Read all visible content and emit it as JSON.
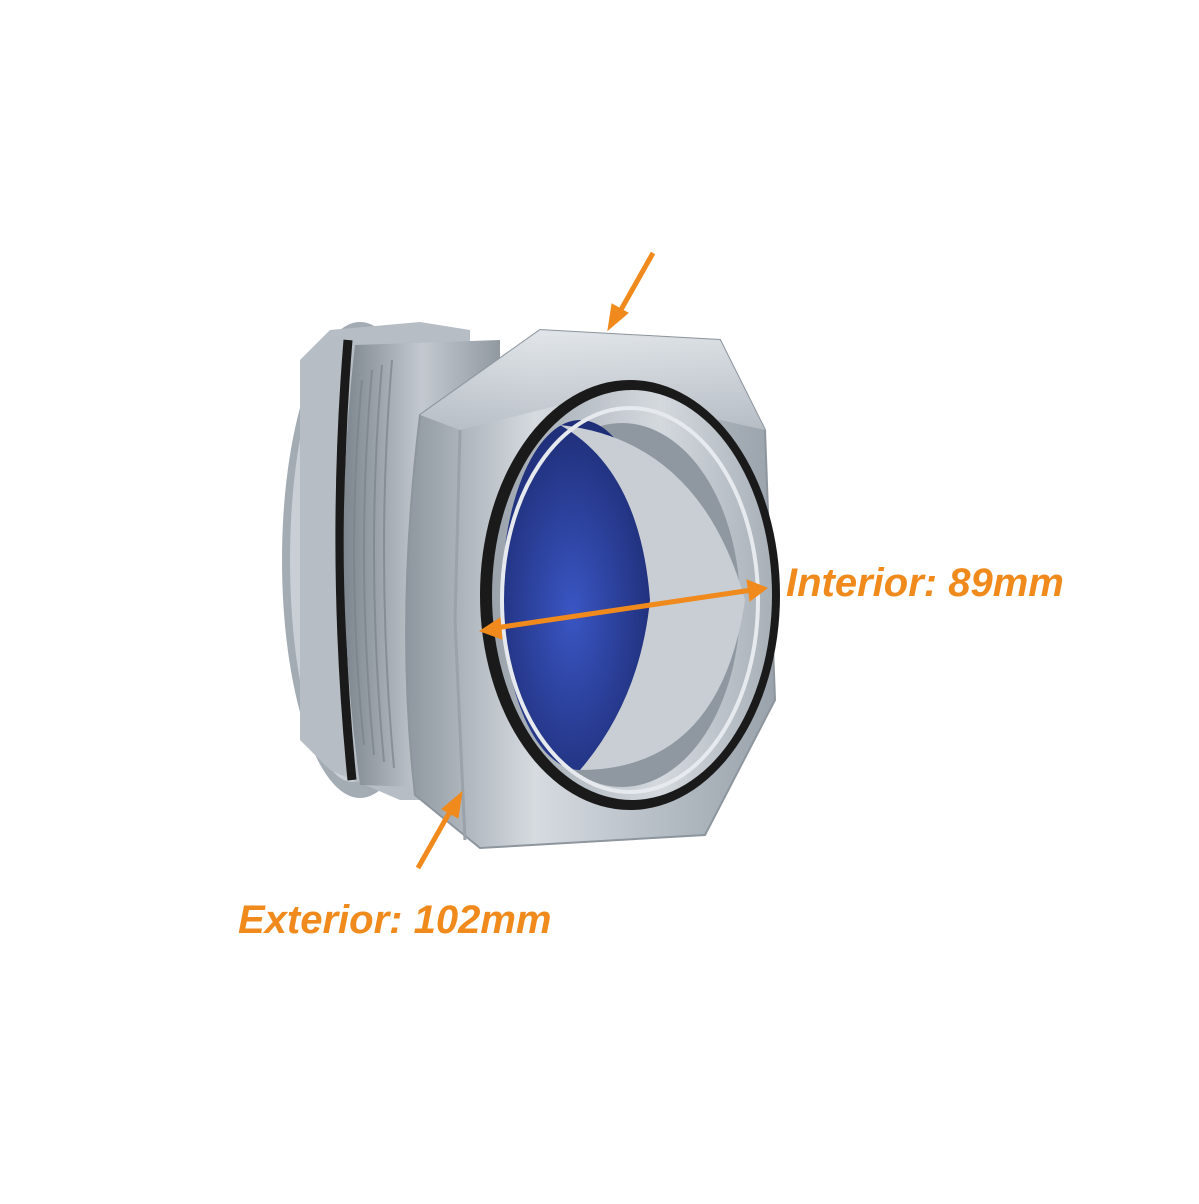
{
  "labels": {
    "interior": "Interior: 89mm",
    "exterior": "Exterior: 102mm"
  },
  "colors": {
    "annotation": "#f08a1c",
    "metal_light": "#d9dee4",
    "metal_mid": "#a9b1ba",
    "metal_dark": "#6e7780",
    "liner_blue": "#2c3f9a",
    "gasket": "#1a1a1a",
    "background": "#ffffff"
  },
  "icons": {
    "product": "conduit-connector-fitting",
    "arrow": "dimension-arrow"
  }
}
